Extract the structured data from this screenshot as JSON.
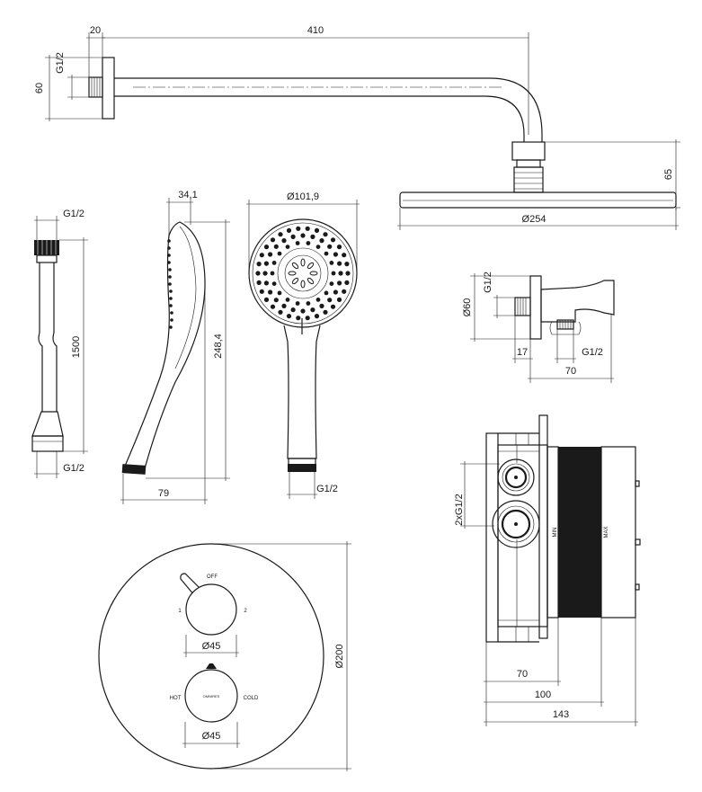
{
  "dimensions": {
    "arm_wall_flange": "20",
    "arm_length": "410",
    "arm_thread": "G1/2",
    "arm_flange_diameter": "60",
    "head_height": "65",
    "head_diameter": "Ø254",
    "hose_top_thread": "G1/2",
    "hose_length": "1500",
    "hose_bottom_thread": "G1/2",
    "hand_head_depth": "34,1",
    "hand_length": "248,4",
    "hand_width": "79",
    "hand_face_diameter": "Ø101,9",
    "hand_thread": "G1/2",
    "outlet_thread": "G1/2",
    "outlet_flange": "Ø60",
    "outlet_depth": "17",
    "outlet_hose_thread": "G1/2",
    "outlet_length": "70",
    "body_ports": "2xG1/2",
    "body_min_depth": "70",
    "body_max_depth": "100",
    "body_total_depth": "143",
    "plate_diameter": "Ø200",
    "knob_top_diameter": "Ø45",
    "knob_bottom_diameter": "Ø45"
  },
  "labels": {
    "off": "OFF",
    "pos_1": "1",
    "pos_2": "2",
    "hot": "HOT",
    "cold": "COLD",
    "brand": "OMNIRES",
    "min": "MIN",
    "max": "MAX"
  }
}
